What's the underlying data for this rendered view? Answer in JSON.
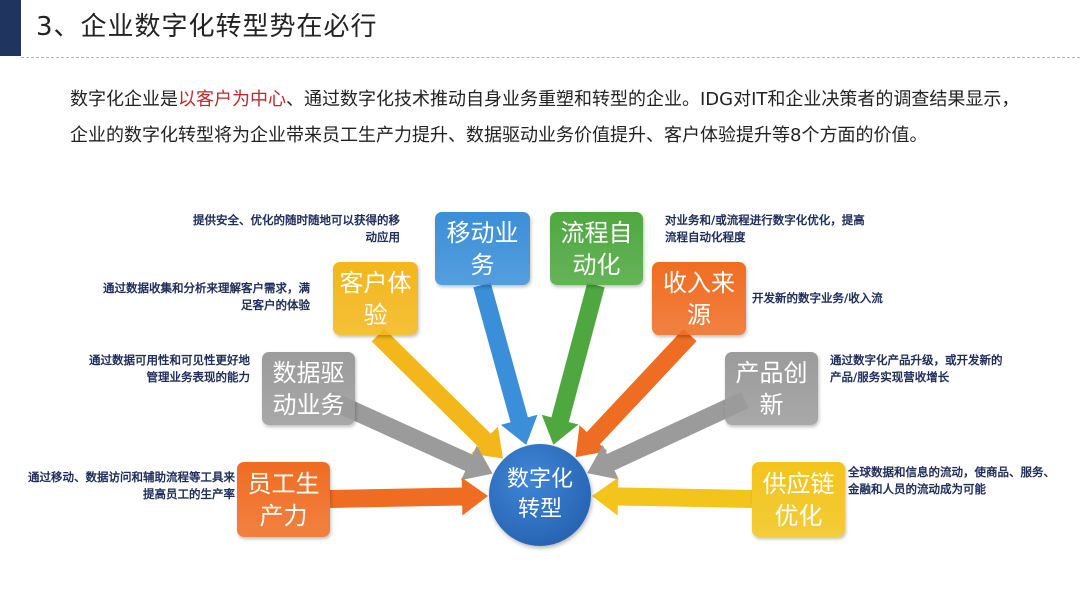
{
  "header": {
    "title": "3、企业数字化转型势在必行"
  },
  "intro": {
    "before": "数字化企业是",
    "highlight": "以客户为中心",
    "after": "、通过数字化技术推动自身业务重塑和转型的企业。IDG对IT和企业决策者的调查结果显示，企业的数字化转型将为企业带来员工生产力提升、数据驱动业务价值提升、客户体验提升等8个方面的价值。"
  },
  "center": {
    "label": "数字化转型"
  },
  "items": [
    {
      "label": "移动业务",
      "desc": "提供安全、优化的随时随地可以获得的移动应用",
      "color": "#3a8fd8"
    },
    {
      "label": "流程自动化",
      "desc": "对业务和/或流程进行数字化优化，提高流程自动化程度",
      "color": "#4ea83f"
    },
    {
      "label": "客户体验",
      "desc": "通过数据收集和分析来理解客户需求，满足客户的体验",
      "color": "#f3b71b"
    },
    {
      "label": "收入来源",
      "desc": "开发新的数字业务/收入流",
      "color": "#ef6d22"
    },
    {
      "label": "数据驱动业务",
      "desc": "通过数据可用性和可见性更好地管理业务表现的能力",
      "color": "#9b9b9b"
    },
    {
      "label": "产品创新",
      "desc": "通过数字化产品升级，或开发新的产品/服务实现营收增长",
      "color": "#9b9b9b"
    },
    {
      "label": "员工生产力",
      "desc": "通过移动、数据访问和辅助流程等工具来提高员工的生产率",
      "color": "#ef6d22"
    },
    {
      "label": "供应链优化",
      "desc": "全球数据和信息的流动，使商品、服务、金融和人员的流动成为可能",
      "color": "#f3c41b"
    }
  ]
}
